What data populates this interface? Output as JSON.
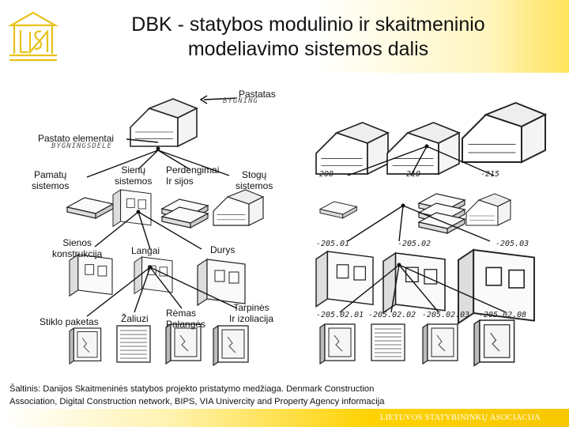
{
  "header": {
    "title_line1": "DBK - statybos modulinio ir skaitmeninio",
    "title_line2": "modeliavimo sistemos dalis"
  },
  "logo": {
    "name": "LSA monogram logo"
  },
  "labels": {
    "pastatas": "Pastatas",
    "pastatas_scribble": "BYGNING",
    "pastato_elementai": "Pastato elementai",
    "elementai_scribble": "BYGNINGSDELE",
    "pamatu": [
      "Pamatų",
      "sistemos"
    ],
    "sienu": [
      "Sienų",
      "sistemos"
    ],
    "perdengimai": [
      "Perdengimai",
      "Ir sijos"
    ],
    "stogu": [
      "Stogų",
      "sistemos"
    ],
    "sienos_konstrukcija": [
      "Sienos",
      "konstrukcija"
    ],
    "langai": "Langai",
    "durys": "Durys",
    "stiklo_paketas": "Stiklo paketas",
    "zaliuzi": "Žaliuzi",
    "remas": [
      "Rėmas",
      "Palangės"
    ],
    "tarpines": [
      "Tarpinės",
      "Ir izoliacija"
    ]
  },
  "codes": {
    "row1": [
      "-200",
      "-210",
      "-215"
    ],
    "row2": [
      "-205.01",
      "-205.02",
      "-205.03"
    ],
    "row3": [
      "-205.02.01",
      "-205.02.02",
      "-205.02.03",
      "-205.02.08"
    ]
  },
  "source": {
    "line1": "Šaltinis: Danijos Skaitmeninės statybos projekto pristatymo medžiaga. Denmark Construction",
    "line2": "Association, Digital Construction network, BIPS, VIA Univercity and Property Agency informacija"
  },
  "footer": {
    "text": "LIETUVOS STATYBININKŲ ASOCIACIJA"
  },
  "colors": {
    "accent_yellow": "#ffd200",
    "ink": "#111111"
  }
}
